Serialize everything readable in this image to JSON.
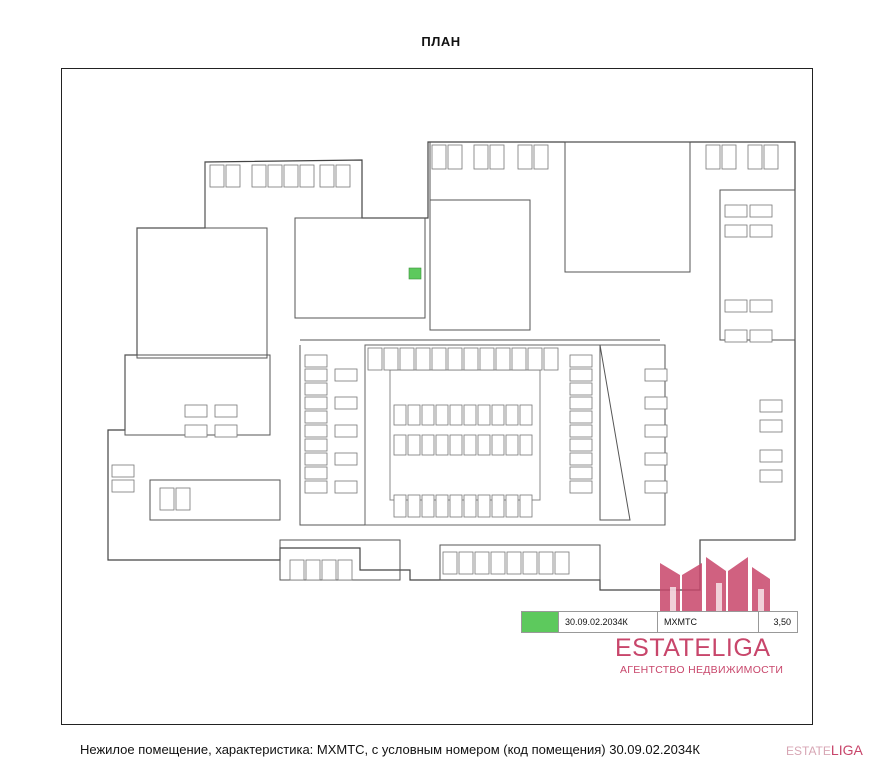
{
  "page": {
    "title": "ПЛАН"
  },
  "legend": {
    "highlight_color": "#5dc95d",
    "code": "30.09.02.2034К",
    "characteristic": "МХМТС",
    "area": "3,50"
  },
  "brand": {
    "name": "ESTATELIGA",
    "tagline": "АГЕНТСТВО НЕДВИЖИМОСТИ",
    "color": "#c8466b"
  },
  "caption": {
    "text": "Нежилое помещение, характеристика: МХМТС, с условным номером (код помещения) 30.09.02.2034К"
  },
  "watermark": {
    "part_a": "ESTATE",
    "part_b": "LIGA"
  }
}
